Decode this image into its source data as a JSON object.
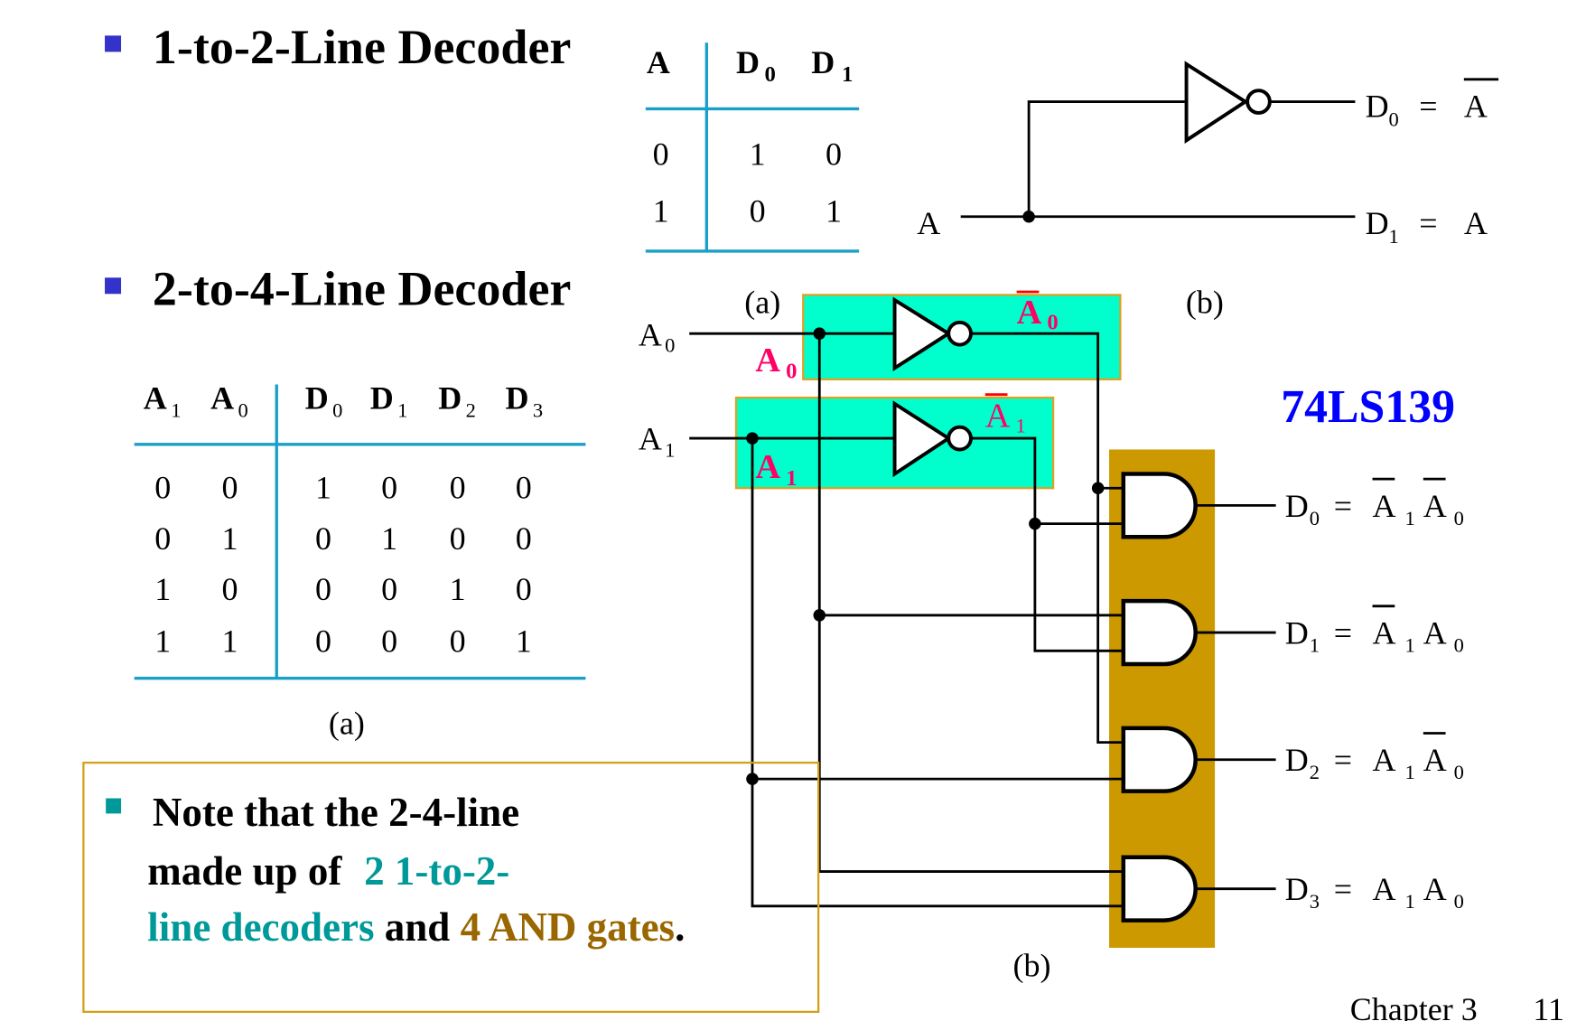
{
  "slide": {
    "section1_title": "1-to-2-Line Decoder",
    "section2_title": "2-to-4-Line Decoder",
    "bullet_color": "#3333CC",
    "footer_chapter": "Chapter 3",
    "footer_page": "11"
  },
  "table_1to2": {
    "headers": [
      {
        "base": "A",
        "sub": ""
      },
      {
        "base": "D",
        "sub": "0"
      },
      {
        "base": "D",
        "sub": "1"
      }
    ],
    "rows": [
      [
        "0",
        "1",
        "0"
      ],
      [
        "1",
        "0",
        "1"
      ]
    ],
    "caption": "(a)"
  },
  "circuit_1to2": {
    "input": "A",
    "out0": {
      "base": "D",
      "sub": "0",
      "eq": "=",
      "rhs": "A",
      "rhs_bar": true
    },
    "out1": {
      "base": "D",
      "sub": "1",
      "eq": "=",
      "rhs": "A",
      "rhs_bar": false
    },
    "caption": "(b)"
  },
  "table_2to4": {
    "headers": [
      {
        "base": "A",
        "sub": "1"
      },
      {
        "base": "A",
        "sub": "0"
      },
      {
        "base": "D",
        "sub": "0"
      },
      {
        "base": "D",
        "sub": "1"
      },
      {
        "base": "D",
        "sub": "2"
      },
      {
        "base": "D",
        "sub": "3"
      }
    ],
    "rows": [
      [
        "0",
        "0",
        "1",
        "0",
        "0",
        "0"
      ],
      [
        "0",
        "1",
        "0",
        "1",
        "0",
        "0"
      ],
      [
        "1",
        "0",
        "0",
        "0",
        "1",
        "0"
      ],
      [
        "1",
        "1",
        "0",
        "0",
        "0",
        "1"
      ]
    ],
    "caption": "(a)"
  },
  "circuit_2to4": {
    "chip_label": "74LS139",
    "chip_color": "#0000FF",
    "inputs": [
      {
        "base": "A",
        "sub": "0"
      },
      {
        "base": "A",
        "sub": "1"
      }
    ],
    "decoder_labels": {
      "a0": {
        "base": "A",
        "sub": "0"
      },
      "a0_bar": {
        "base": "A",
        "sub": "0"
      },
      "a1": {
        "base": "A",
        "sub": "1"
      },
      "a1_bar": {
        "base": "A",
        "sub": "1"
      }
    },
    "outputs": [
      {
        "base": "D",
        "sub": "0",
        "eq": "=",
        "t1": "A",
        "s1": "1",
        "b1": true,
        "t2": "A",
        "s2": "0",
        "b2": true
      },
      {
        "base": "D",
        "sub": "1",
        "eq": "=",
        "t1": "A",
        "s1": "1",
        "b1": true,
        "t2": "A",
        "s2": "0",
        "b2": false
      },
      {
        "base": "D",
        "sub": "2",
        "eq": "=",
        "t1": "A",
        "s1": "1",
        "b1": false,
        "t2": "A",
        "s2": "0",
        "b2": true
      },
      {
        "base": "D",
        "sub": "3",
        "eq": "=",
        "t1": "A",
        "s1": "1",
        "b1": false,
        "t2": "A",
        "s2": "0",
        "b2": false
      }
    ],
    "caption": "(b)",
    "decoder_box_color": "#00FFCC",
    "and_box_color": "#CC9900"
  },
  "note": {
    "line1": "Note that the 2-4-line",
    "line2_a": "made up of ",
    "line2_b": "2 1-to-2-",
    "line3_a": "line decoders",
    "line3_b": " and ",
    "line3_c": "4 AND gates",
    "line3_d": ".",
    "teal": "#009999",
    "gold": "#996600"
  }
}
